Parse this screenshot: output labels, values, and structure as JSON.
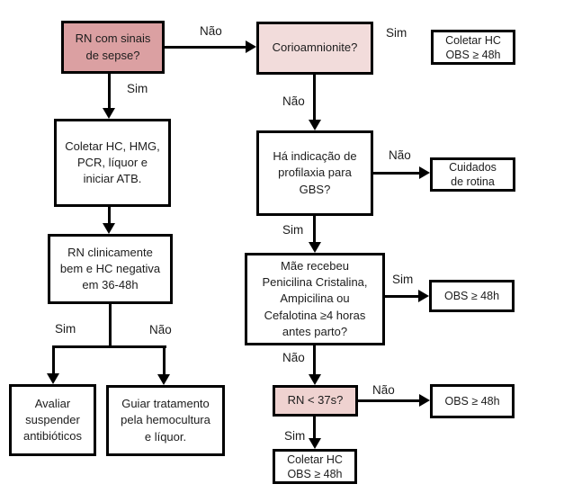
{
  "colors": {
    "background": "#ffffff",
    "border": "#000000",
    "text": "#1c1c1c",
    "node_pink_dark": "#dba0a2",
    "node_pink_light": "#f2dcdb",
    "node_pink_medium": "#efd2d0"
  },
  "labels": {
    "sim": "Sim",
    "nao": "Não"
  },
  "nodes": {
    "rn_sepsis": "RN com sinais\nde sepse?",
    "corioamnionite": "Corioamnionite?",
    "coletar_hc_top": "Coletar HC\nOBS ≥ 48h",
    "coletar_exames": "Coletar HC, HMG,\nPCR, líquor e\niniciar ATB.",
    "rn_clinicamente": "RN clinicamente\nbem e HC negativa\nem 36-48h",
    "avaliar_suspender": "Avaliar\nsuspender\nantibióticos",
    "guiar_tratamento": "Guiar tratamento\npela hemocultura\ne líquor.",
    "profilaxia_gbs": "Há indicação de\nprofilaxia para\nGBS?",
    "cuidados_rotina": "Cuidados\nde rotina",
    "mae_recebeu": "Mãe recebeu\nPenicilina Cristalina,\nAmpicilina ou\nCefalotina ≥4 horas\nantes parto?",
    "obs_48h_meio": "OBS ≥ 48h",
    "rn_37s": "RN < 37s?",
    "obs_48h_baixo": "OBS ≥ 48h",
    "coletar_hc_baixo": "Coletar HC\nOBS ≥ 48h"
  }
}
